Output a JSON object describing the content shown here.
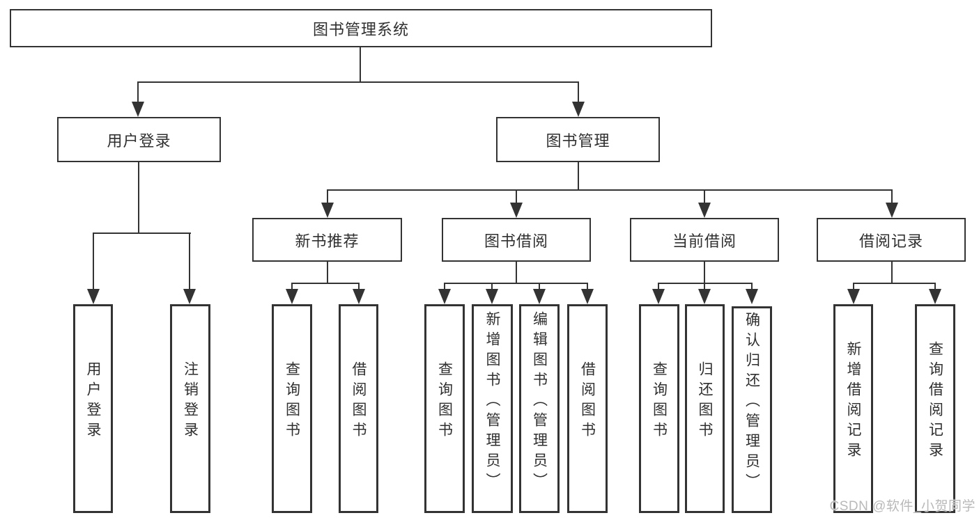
{
  "colors": {
    "line": "#333333",
    "text": "#2f2f2f",
    "watermark": "#b9b9b9",
    "background": "#ffffff"
  },
  "watermark": {
    "text": "CSDN @软件_小贺同学"
  },
  "diagram": {
    "root": {
      "label": "图书管理系统"
    },
    "level2": {
      "user_login": {
        "label": "用户登录"
      },
      "book_management": {
        "label": "图书管理"
      }
    },
    "level3": {
      "new_book_recommend": {
        "label": "新书推荐"
      },
      "book_borrow": {
        "label": "图书借阅"
      },
      "current_borrow": {
        "label": "当前借阅"
      },
      "borrow_records": {
        "label": "借阅记录"
      }
    },
    "leaves": {
      "user_login": [
        "用户登录",
        "注销登录"
      ],
      "new_book_recommend": [
        "查询图书",
        "借阅图书"
      ],
      "book_borrow": [
        "查询图书",
        "新增图书（管理员）",
        "编辑图书（管理员）",
        "借阅图书"
      ],
      "current_borrow": [
        "查询图书",
        "归还图书",
        "确认归还（管理员）"
      ],
      "borrow_records": [
        "新增借阅记录",
        "查询借阅记录"
      ]
    }
  }
}
